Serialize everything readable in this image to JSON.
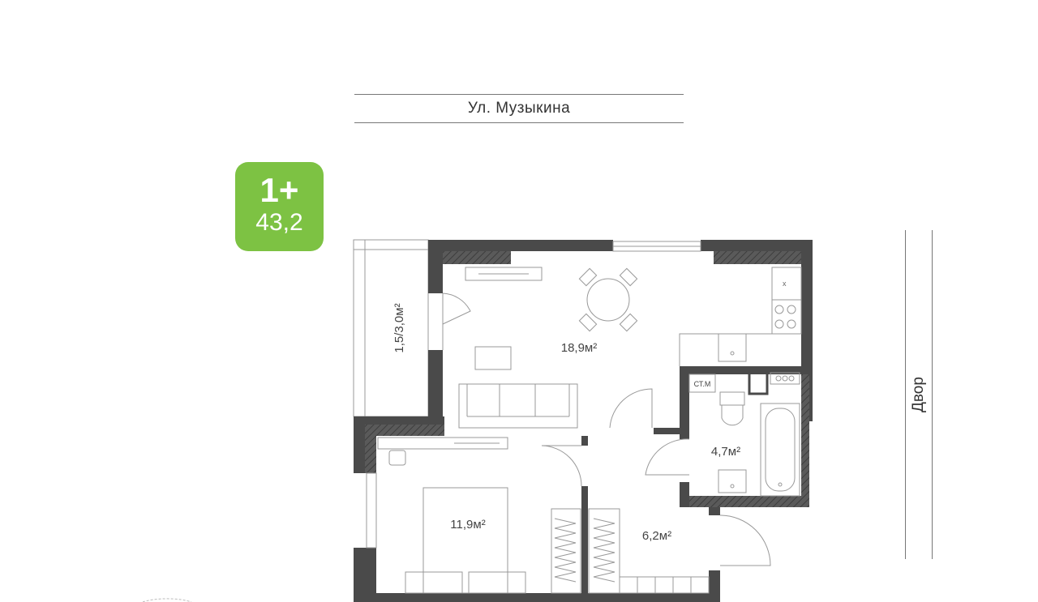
{
  "street": {
    "name": "Ул. Музыкина"
  },
  "badge": {
    "type": "1+",
    "area": "43,2"
  },
  "yard": {
    "label": "Двор"
  },
  "rooms": {
    "balcony": "1,5/3,0м²",
    "living": "18,9м²",
    "bedroom": "11,9м²",
    "hall": "6,2м²",
    "bathroom": "4,7м²",
    "washer": "СТ.М"
  },
  "colors": {
    "wall": "#4a4a4a",
    "badge": "#7dc243",
    "line": "#888888"
  }
}
